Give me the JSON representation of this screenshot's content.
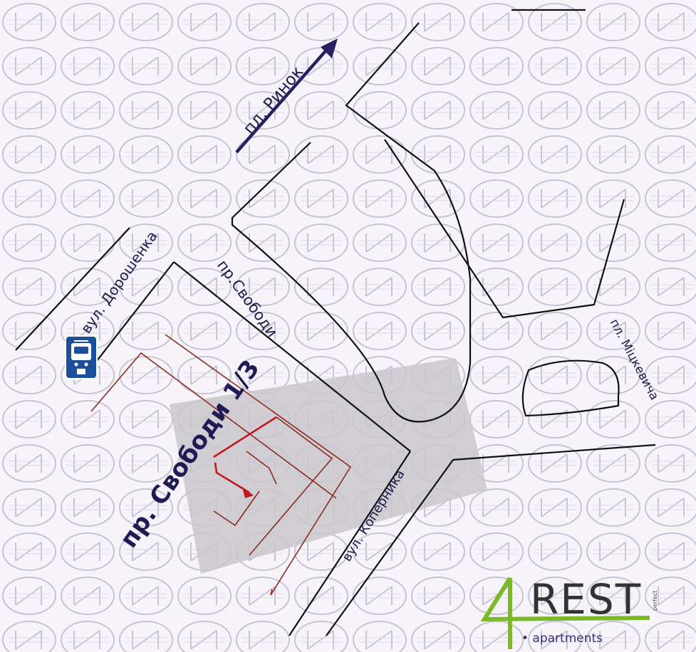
{
  "streets": {
    "rynok": "пл. Ринок",
    "doroshenka": "вул. Дорошенка",
    "svobody": "пр.Свободи",
    "mitskevycha": "пл. Міцкевича",
    "kopernyka": "вул. Коперника"
  },
  "address": {
    "label": "пр. Свободи 1/3"
  },
  "logo": {
    "digit": "4",
    "word": "REST",
    "sub": "• apartments",
    "tiny": "perfect"
  },
  "colors": {
    "road_line": "#111111",
    "building_outline": "#8b2a1e",
    "route_arrow": "#c4161c",
    "direction_arrow": "#2b1f63",
    "highlight_area": "#c9c7cc",
    "logo_green": "#7ab929",
    "tram_sign": "#1d4e9b",
    "watermark": "#c7c3d6"
  },
  "icons": {
    "tram_stop": "tram-stop-icon",
    "direction": "arrow-up-right-icon"
  }
}
